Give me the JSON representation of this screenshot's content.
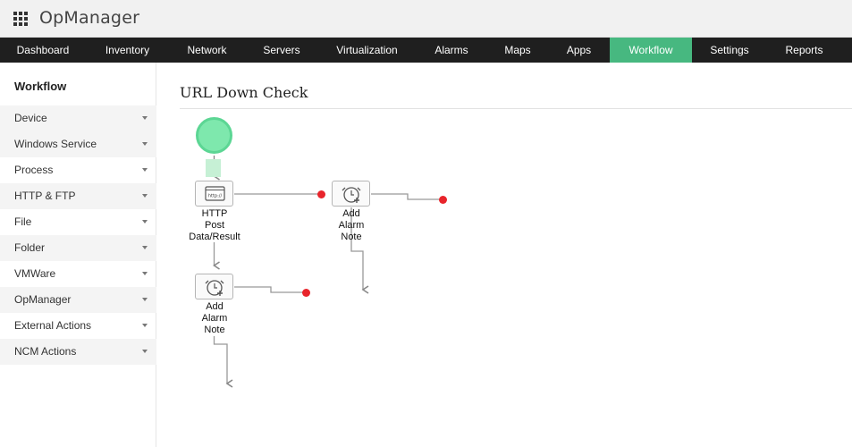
{
  "app": {
    "title": "OpManager",
    "menu_icon": "apps-grid-icon"
  },
  "nav": {
    "items": [
      "Dashboard",
      "Inventory",
      "Network",
      "Servers",
      "Virtualization",
      "Alarms",
      "Maps",
      "Apps",
      "Workflow",
      "Settings",
      "Reports"
    ],
    "active": "Workflow",
    "active_color": "#47b880",
    "bar_color": "#1f1f1f"
  },
  "sidebar": {
    "title": "Workflow",
    "items": [
      "Device",
      "Windows Service",
      "Process",
      "HTTP & FTP",
      "File",
      "Folder",
      "VMWare",
      "OpManager",
      "External Actions",
      "NCM Actions"
    ]
  },
  "main": {
    "title": "URL Down Check",
    "workflow": {
      "start_color": "#7ee8ad",
      "failure_dot_color": "#e8242b",
      "nodes": [
        {
          "label_lines": [
            "HTTP",
            "Post",
            "Data/Result"
          ],
          "icon": "http-icon",
          "icon_text": "http://"
        },
        {
          "label_lines": [
            "Add",
            "Alarm",
            "Note"
          ],
          "icon": "alarm-add-icon"
        },
        {
          "label_lines": [
            "Add",
            "Alarm",
            "Note"
          ],
          "icon": "alarm-add-icon"
        }
      ]
    }
  }
}
